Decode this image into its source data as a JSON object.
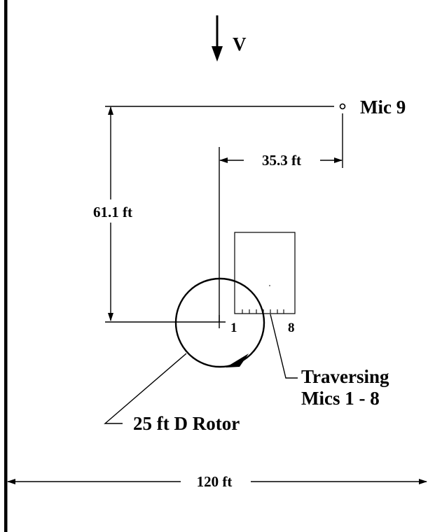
{
  "velocity_label": "V",
  "mic9_label": "Mic 9",
  "horizontal_offset_label": "35.3 ft",
  "vertical_offset_label": "61.1 ft",
  "mic_start_label": "1",
  "mic_end_label": "8",
  "traversing_label_line1": "Traversing",
  "traversing_label_line2": "Mics 1 - 8",
  "rotor_label": "25 ft D Rotor",
  "width_label": "120 ft"
}
